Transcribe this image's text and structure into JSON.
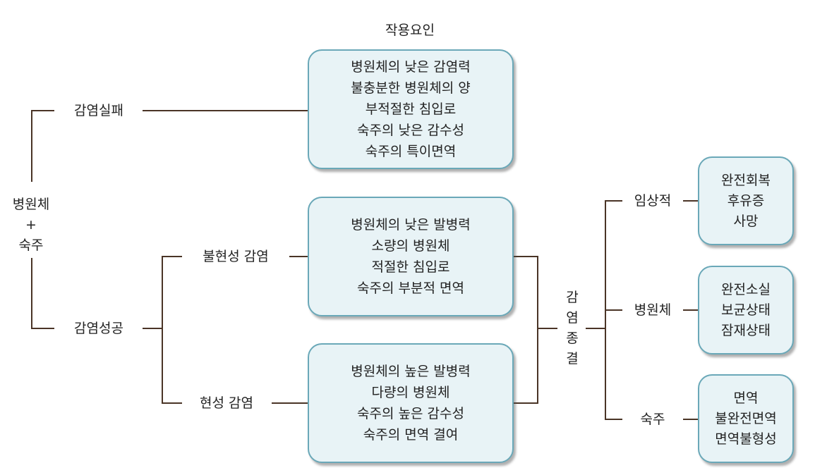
{
  "header": {
    "factor_title": "작용요인"
  },
  "root": {
    "line1": "병원체",
    "line2": "+",
    "line3": "숙주"
  },
  "branches": {
    "fail": "감염실패",
    "success": "감염성공",
    "inapparent": "불현성 감염",
    "apparent": "현성 감염"
  },
  "boxes": {
    "fail": [
      "병원체의 낮은 감염력",
      "불충분한 병원체의 양",
      "부적절한 침입로",
      "숙주의 낮은 감수성",
      "숙주의 특이면역"
    ],
    "inapparent": [
      "병원체의 낮은 발병력",
      "소량의 병원체",
      "적절한 침입로",
      "숙주의 부분적 면역"
    ],
    "apparent": [
      "병원체의 높은 발병력",
      "다량의 병원체",
      "숙주의 높은 감수성",
      "숙주의 면역 결여"
    ]
  },
  "termination": {
    "chars": [
      "감",
      "염",
      "종",
      "결"
    ]
  },
  "outcomes": [
    {
      "label": "임상적",
      "items": [
        "완전회복",
        "후유증",
        "사망"
      ]
    },
    {
      "label": "병원체",
      "items": [
        "완전소실",
        "보균상태",
        "잠재상태"
      ]
    },
    {
      "label": "숙주",
      "items": [
        "면역",
        "불완전면역",
        "면역불형성"
      ]
    }
  ],
  "colors": {
    "line": "#4a3426",
    "box_border": "#6aa8b8",
    "box_fill": "#e8f3f6"
  }
}
